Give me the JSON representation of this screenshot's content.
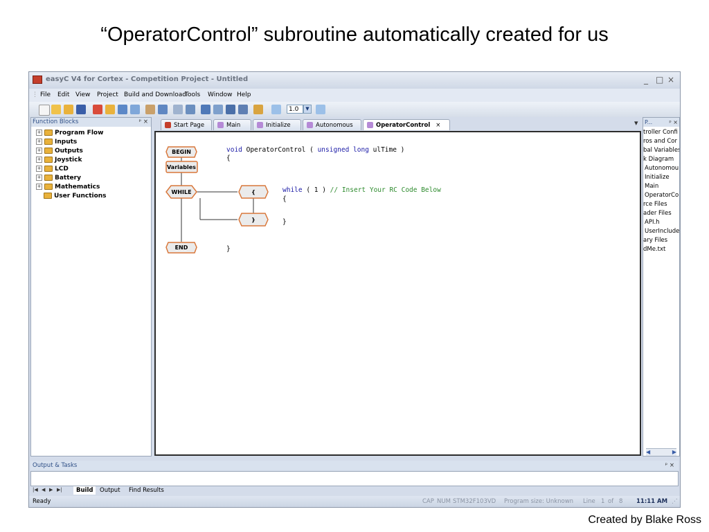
{
  "slide": {
    "title": "“OperatorControl” subroutine automatically created for us",
    "credit": "Created by Blake Ross"
  },
  "window": {
    "title": "easyC V4 for Cortex - Competition Project - Untitled",
    "controls": {
      "minimize": "_",
      "maximize": "□",
      "close": "×"
    }
  },
  "menu": [
    "File",
    "Edit",
    "View",
    "Project",
    "Build and Download",
    "Tools",
    "Window",
    "Help"
  ],
  "toolbar": {
    "zoom_value": "1.0"
  },
  "function_blocks": {
    "header": "Function Blocks",
    "pin": "ᵖ ×",
    "items": [
      {
        "label": "Program Flow",
        "expander": "+"
      },
      {
        "label": "Inputs",
        "expander": "+"
      },
      {
        "label": "Outputs",
        "expander": "+"
      },
      {
        "label": "Joystick",
        "expander": "+"
      },
      {
        "label": "LCD",
        "expander": "+"
      },
      {
        "label": "Battery",
        "expander": "+"
      },
      {
        "label": "Mathematics",
        "expander": "+"
      },
      {
        "label": "User Functions",
        "expander": ""
      }
    ]
  },
  "tabs": [
    {
      "label": "Start Page",
      "icon_color": "#c43e2b",
      "active": false
    },
    {
      "label": "Main",
      "icon_color": "#b58ad6",
      "active": false
    },
    {
      "label": "Initialize",
      "icon_color": "#b58ad6",
      "active": false
    },
    {
      "label": "Autonomous",
      "icon_color": "#b58ad6",
      "active": false
    },
    {
      "label": "OperatorControl",
      "icon_color": "#b58ad6",
      "active": true
    }
  ],
  "tab_close": "×",
  "tab_dropdown": "▾",
  "flowchart": {
    "begin": "BEGIN",
    "variables": "Variables",
    "while": "WHILE",
    "open_brace": "{",
    "close_brace": "}",
    "end": "END"
  },
  "code": {
    "void": "void",
    "fn_name": " OperatorControl ( ",
    "unsigned_long": "unsigned long",
    "param": " ulTime )",
    "open1": "{",
    "while_kw": "while",
    "while_cond": " ( 1 ) ",
    "comment": "// Insert Your RC Code Below",
    "open2": "{",
    "close2": "}",
    "close1": "}"
  },
  "project_panel": {
    "header": "P...",
    "pin": "ᵖ ×",
    "items": [
      "troller Confi",
      "ros and Cor",
      "bal Variables",
      "k Diagram",
      "Autonomou",
      "Initialize",
      "Main",
      "OperatorCo",
      "rce Files",
      "ader Files",
      "API.h",
      "UserInclude",
      "ary Files",
      "dMe.txt"
    ]
  },
  "output": {
    "header": "Output & Tasks",
    "pin": "ᵖ ×",
    "nav": [
      "|◀",
      "◀",
      "▶",
      "▶|"
    ],
    "tabs": [
      "Build",
      "Output",
      "Find Results"
    ]
  },
  "status": {
    "ready": "Ready",
    "cap": "CAP",
    "num": "NUM",
    "chip": "STM32F103VD",
    "program_size": "Program size: Unknown",
    "line": "Line",
    "line_no": "1",
    "of": "of",
    "total": "8",
    "time": "11:11 AM"
  }
}
